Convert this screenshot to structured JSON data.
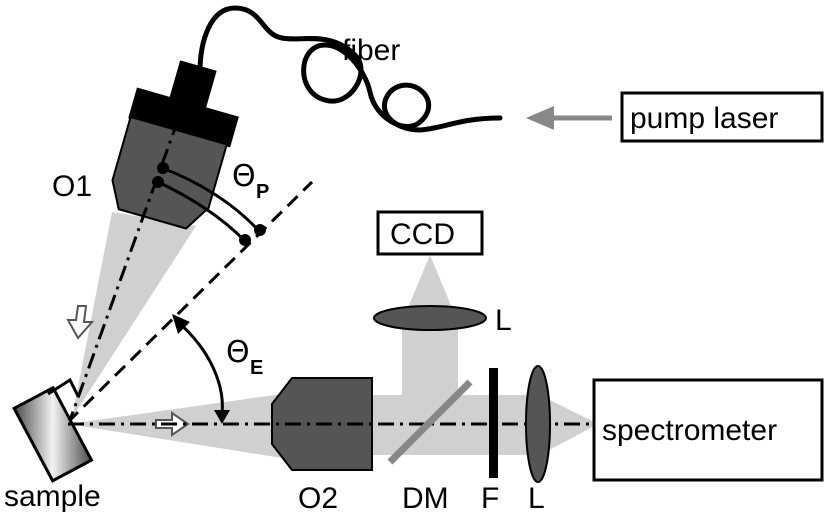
{
  "labels": {
    "fiber": "fiber",
    "pump_laser": "pump laser",
    "o1": "O1",
    "theta_p_symbol": "Θ",
    "theta_p_sub": "P",
    "ccd": "CCD",
    "lens_top": "L",
    "theta_e_symbol": "Θ",
    "theta_e_sub": "E",
    "sample": "sample",
    "o2": "O2",
    "dm": "DM",
    "filter": "F",
    "lens_bottom": "L",
    "spectrometer": "spectrometer"
  },
  "colors": {
    "component_fill": "#555555",
    "beam_fill": "#d0d0d0",
    "arrow_gray": "#888888",
    "line": "#000000"
  }
}
